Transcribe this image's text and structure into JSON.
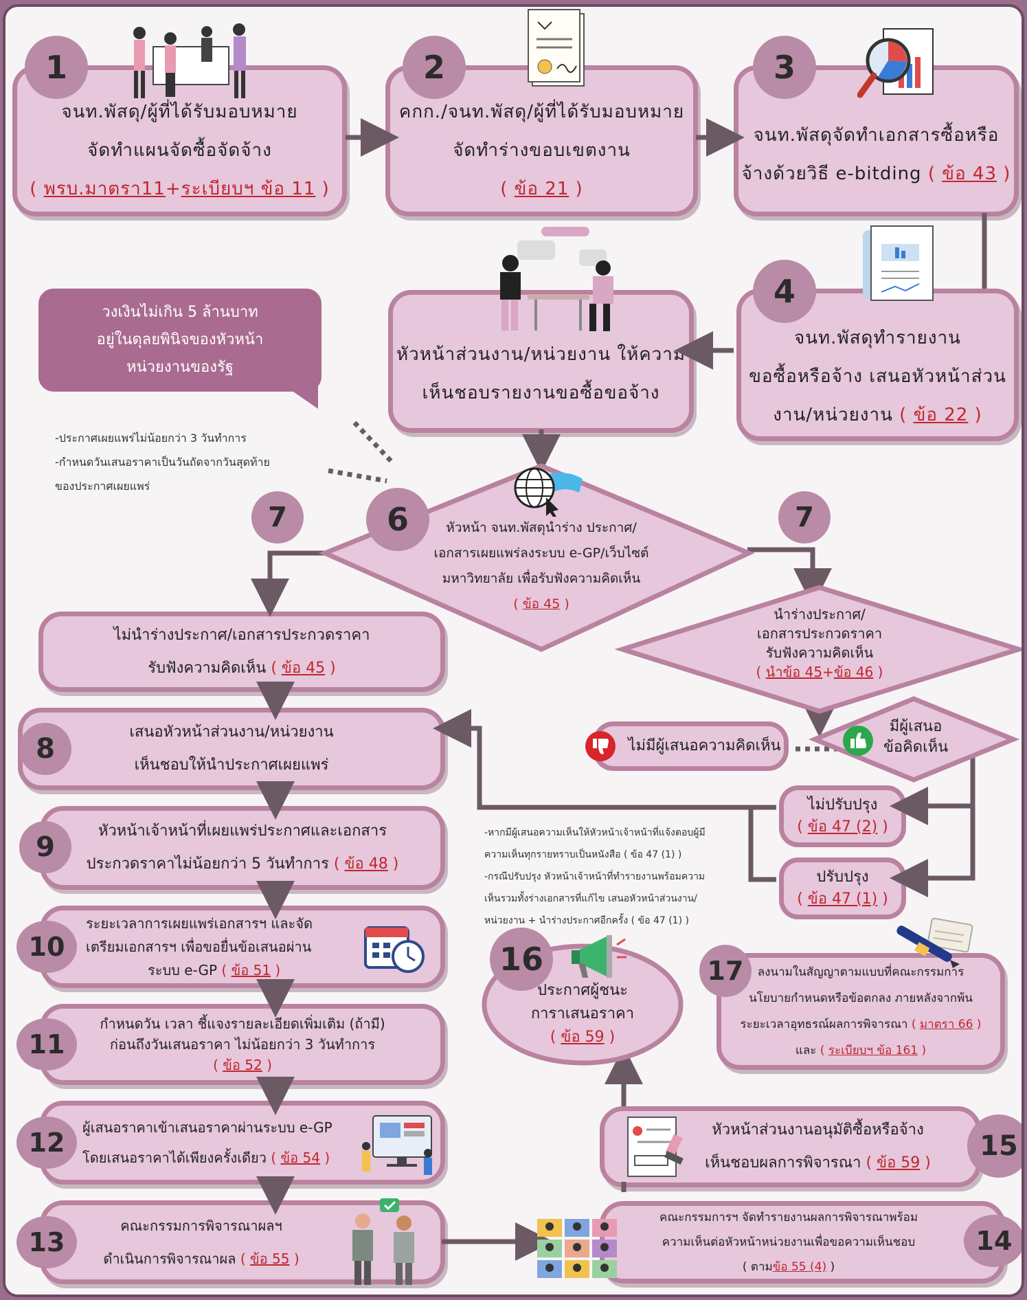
{
  "steps": {
    "s1": {
      "num": "1",
      "line1": "จนท.พัสดุ/ผู้ที่ได้รับมอบหมาย",
      "line2": "จัดทำแผนจัดซื้อจัดจ้าง",
      "ref_a": "พรบ.มาตรา11",
      "plus": "+",
      "ref_b": "ระเบียบฯ ข้อ 11"
    },
    "s2": {
      "num": "2",
      "line1": "คกก./จนท.พัสดุ/ผู้ที่ได้รับมอบหมาย",
      "line2": "จัดทำร่างขอบเขตงาน",
      "ref": "ข้อ 21"
    },
    "s3": {
      "num": "3",
      "line1": "จนท.พัสดุจัดทำเอกสารซื้อหรือ",
      "line2": "จ้างด้วยวิธี e-bitding",
      "ref": "ข้อ 43"
    },
    "s4": {
      "num": "4",
      "line1": "จนท.พัสดุทำรายงาน",
      "line2": "ขอซื้อหรือจ้าง เสนอหัวหน้าส่วน",
      "line3": "งาน/หน่วยงาน",
      "ref": "ข้อ 22"
    },
    "s5": {
      "line1": "หัวหน้าส่วนงาน/หน่วยงาน ให้ความ",
      "line2": "เห็นชอบรายงานขอซื้อขอจ้าง"
    },
    "s6": {
      "num": "6",
      "line1": "หัวหน้า จนท.พัสดุนำร่าง ประกาศ/",
      "line2": "เอกสารเผยแพร่ลงระบบ e-GP/เว็บไซต์",
      "line3": "มหาวิทยาลัย เพื่อรับฟังความคิดเห็น",
      "ref": "ข้อ 45"
    },
    "s7a": {
      "num": "7",
      "line1": "ไม่นำร่างประกาศ/เอกสารประกวดราคา",
      "line2": "รับฟังความคิดเห็น",
      "ref": "ข้อ 45"
    },
    "s7b": {
      "num": "7",
      "line1": "นำร่างประกาศ/",
      "line2": "เอกสารประกวดราคา",
      "line3": "รับฟังความคิดเห็น",
      "pre": "นำ",
      "ref_a": "ข้อ 45",
      "plus": "+",
      "ref_b": "ข้อ 46"
    },
    "s8": {
      "num": "8",
      "line1": "เสนอหัวหน้าส่วนงาน/หน่วยงาน",
      "line2": "เห็นชอบให้นำประกาศเผยแพร่"
    },
    "s9": {
      "num": "9",
      "line1": "หัวหน้าเจ้าหน้าที่เผยแพร่ประกาศและเอกสาร",
      "line2": "ประกวดราคาไม่น้อยกว่า 5 วันทำการ",
      "ref": "ข้อ 48"
    },
    "s10": {
      "num": "10",
      "line1": "ระยะเวลาการเผยแพร่เอกสารฯ และจัด",
      "line2": "เตรียมเอกสารฯ เพื่อขอยื่นข้อเสนอผ่าน",
      "line3": "ระบบ e-GP",
      "ref": "ข้อ 51"
    },
    "s11": {
      "num": "11",
      "line1": "กำหนดวัน เวลา ชี้แจงรายละเอียดเพิ่มเติม (ถ้ามี)",
      "line2": "ก่อนถึงวันเสนอราคา ไม่น้อยกว่า 3 วันทำการ",
      "ref": "ข้อ 52"
    },
    "s12": {
      "num": "12",
      "line1": "ผู้เสนอราคาเข้าเสนอราคาผ่านระบบ e-GP",
      "line2": "โดยเสนอราคาได้เพียงครั้งเดียว",
      "ref": "ข้อ 54"
    },
    "s13": {
      "num": "13",
      "line1": "คณะกรรมการพิจารณาผลฯ",
      "line2": "ดำเนินการพิจารณาผล",
      "ref": "ข้อ 55"
    },
    "s14": {
      "num": "14",
      "line1": "คณะกรรมการฯ จัดทำรายงานผลการพิจารณาพร้อม",
      "line2": "ความเห็นต่อหัวหน้าหน่วยงานเพื่อขอความเห็นชอบ",
      "pre": "ตาม",
      "ref": "ข้อ 55 (4)"
    },
    "s15": {
      "num": "15",
      "line1": "หัวหน้าส่วนงานอนุมัติซื้อหรือจ้าง",
      "line2": "เห็นชอบผลการพิจารณา",
      "ref": "ข้อ 59"
    },
    "s16": {
      "num": "16",
      "line1": "ประกาศผู้ชนะ",
      "line2": "การาเสนอราคา",
      "ref": "ข้อ 59"
    },
    "s17": {
      "num": "17",
      "line1": "ลงนามในสัญญาตามแบบที่คณะกรรมการ",
      "line2": "นโยบายกำหนดหรือข้อตกลง ภายหลังจากพ้น",
      "line3": "ระยะเวลาอุทธรณ์ผลการพิจารณา",
      "ref_a": "มาตรา 66",
      "and": "และ",
      "ref_b": "ระเบียบฯ ข้อ 161"
    }
  },
  "budget_note": {
    "line1": "วงเงินไม่เกิน 5 ล้านบาท",
    "line2": "อยู่ในดุลยพินิจของหัวหน้า",
    "line3": "หน่วยงานของรัฐ"
  },
  "publish_note": {
    "line1": "-ประกาศเผยแพร่ไม่น้อยกว่า 3 วันทำการ",
    "line2": "-กำหนดวันเสนอราคาเป็นวันถัดจากวันสุดท้าย",
    "line3": "ของประกาศเผยแพร่"
  },
  "comment_branch": {
    "no_comment": "ไม่มีผู้เสนอความคิดเห็น",
    "has_comment": "มีผู้เสนอ",
    "has_comment2": "ข้อคิดเห็น",
    "no_revise": "ไม่ปรับปรุง",
    "no_revise_ref": "ข้อ 47 (2)",
    "revise": "ปรับปรุง",
    "revise_ref": "ข้อ 47 (1)"
  },
  "comment_note": {
    "line1": "-หากมีผู้เสนอความเห็นให้หัวหน้าเจ้าหน้าที่แจ้งตอบผู้มี",
    "line2": "ความเห็นทุกรายทราบเป็นหนังสือ ( ข้อ 47 (1) )",
    "line3": "-กรณีปรับปรุง หัวหน้าเจ้าหน้าที่ทำรายงานพร้อมความ",
    "line4": "เห็นรวมทั้งร่างเอกสารที่แก้ไข เสนอหัวหน้าส่วนงาน/",
    "line5": "หน่วยงาน + นำร่างประกาศอีกครั้ง ( ข้อ 47 (1) )"
  },
  "colors": {
    "box_fill": "#e6c7dc",
    "box_border": "#b9829f",
    "number_circle": "#b98ba6",
    "arrow": "#6b5a64",
    "reference": "#c0262d"
  },
  "icons": [
    "team-meeting-icon",
    "contract-document-icon",
    "magnifier-chart-icon",
    "report-document-icon",
    "consultation-icon",
    "globe-icon",
    "thumbs-down-icon",
    "thumbs-up-icon",
    "calendar-clock-icon",
    "computer-bidding-icon",
    "committee-icon",
    "video-conference-icon",
    "approved-document-icon",
    "megaphone-icon",
    "pen-signing-icon"
  ]
}
